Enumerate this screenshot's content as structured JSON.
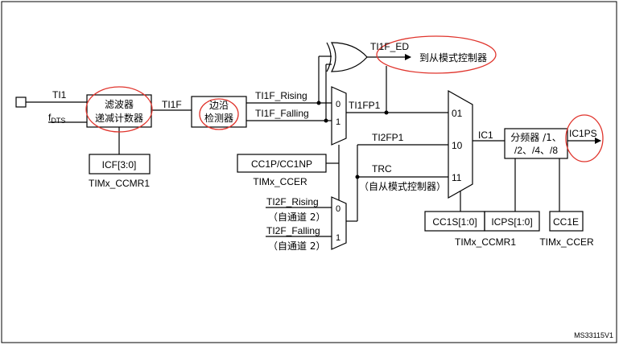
{
  "labels": {
    "ti1": "TI1",
    "fdts_main": "f",
    "fdts_sub": "DTS",
    "filter_line1": "滤波器",
    "filter_line2": "递减计数器",
    "ti1f": "TI1F",
    "edge_line1": "边沿",
    "edge_line2": "检测器",
    "ti1f_rising": "TI1F_Rising",
    "ti1f_falling": "TI1F_Falling",
    "ti1f_ed": "TI1F_ED",
    "to_slave": "到从模式控制器",
    "mux_in0": "0",
    "mux_in1": "1",
    "ti1fp1": "TI1FP1",
    "icf": "ICF[3:0]",
    "ccmr1_left": "TIMx_CCMR1",
    "cc1p": "CC1P/CC1NP",
    "ccer_mid": "TIMx_CCER",
    "ti2fp1": "TI2FP1",
    "trc": "TRC",
    "from_slave": "（自从模式控制器）",
    "ti2f_rising": "TI2F_Rising",
    "from_ch2_a": "（自通道 2）",
    "ti2f_falling": "TI2F_Falling",
    "from_ch2_b": "（自通道 2）",
    "sel01": "01",
    "sel10": "10",
    "sel11": "11",
    "ic1": "IC1",
    "prescaler_line1": "分频器 /1、",
    "prescaler_line2": "/2、/4、/8",
    "ic1ps": "IC1PS",
    "cc1s": "CC1S[1:0]",
    "icps": "ICPS[1:0]",
    "ccmr1_right": "TIMx_CCMR1",
    "cc1e": "CC1E",
    "ccer_right": "TIMx_CCER",
    "figure_id": "MS33115V1"
  },
  "colors": {
    "line": "#000000",
    "highlight_ellipse": "#e0342c",
    "background": "#ffffff"
  }
}
